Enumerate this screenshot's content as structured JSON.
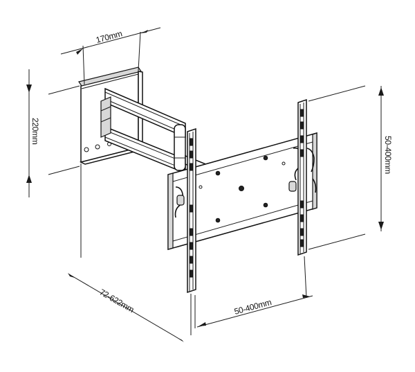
{
  "dimensions": {
    "wall_plate_width": "170mm",
    "wall_plate_height": "220mm",
    "extension": "72-622mm",
    "vesa_horizontal": "50-400mm",
    "vesa_vertical": "50-400mm"
  }
}
